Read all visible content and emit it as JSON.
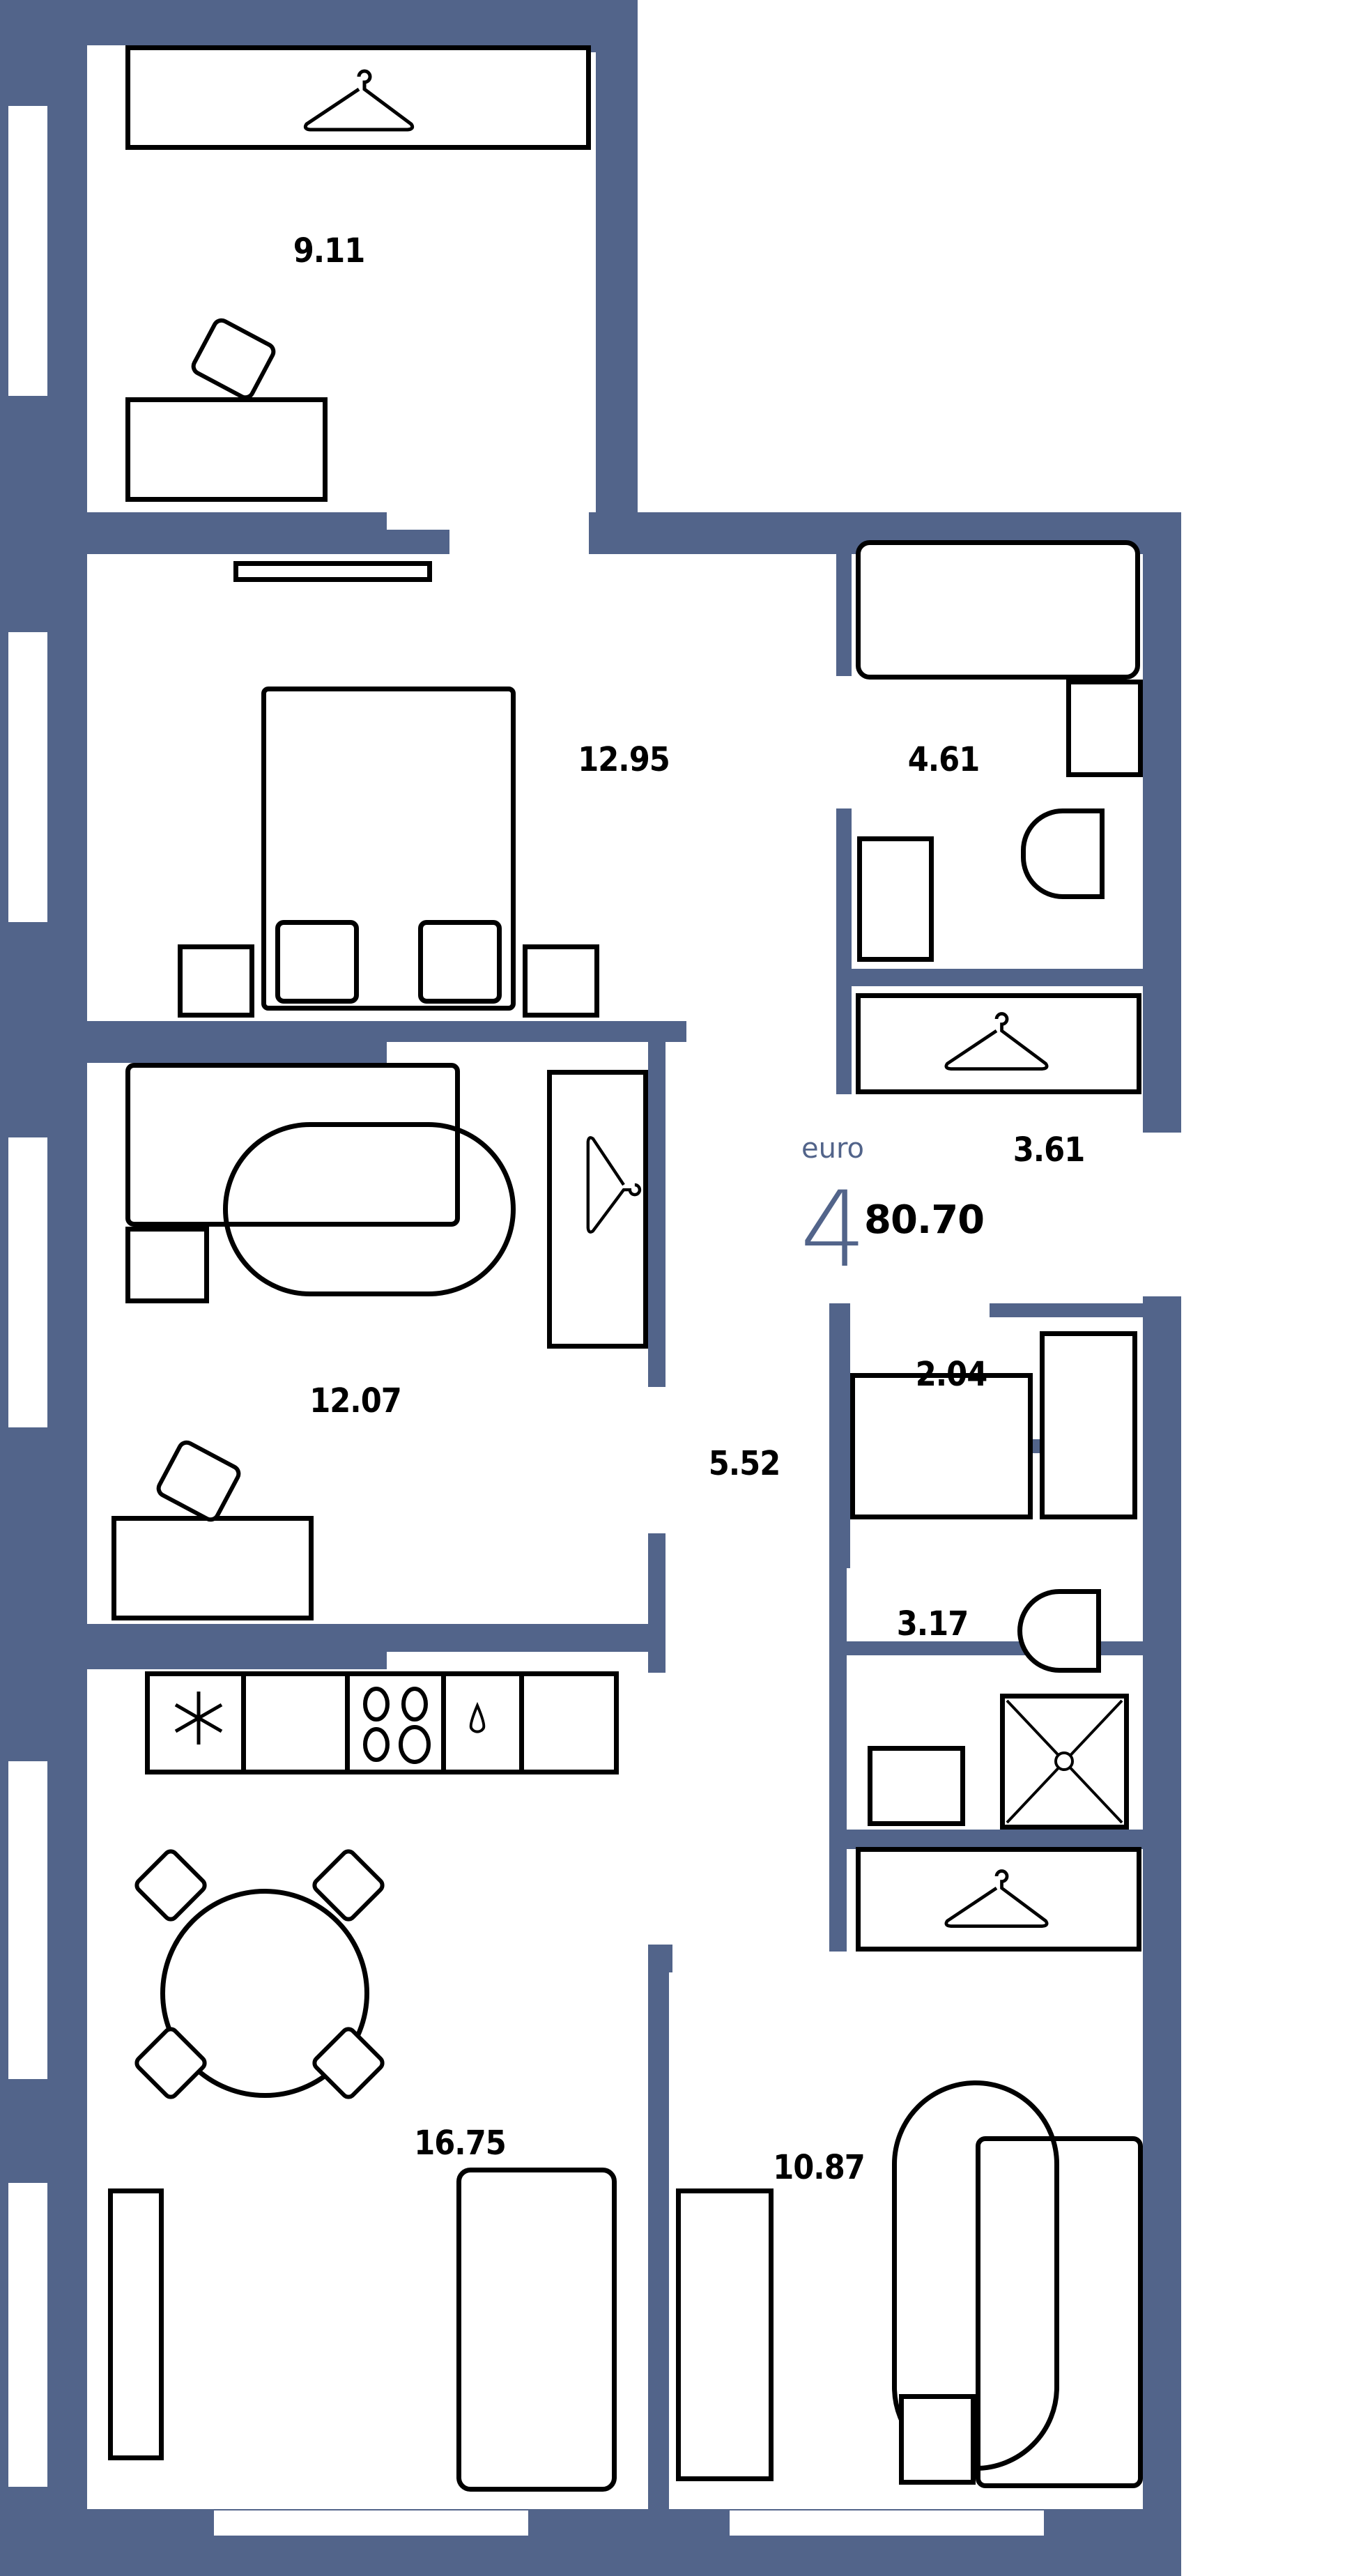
{
  "plan": {
    "wall_color": "#52648a",
    "background": "#ffffff",
    "apartment": {
      "rooms_count": "4",
      "currency": "euro",
      "total_area": "80.70"
    },
    "rooms": [
      {
        "id": "bedroom-top",
        "area": "9.11"
      },
      {
        "id": "bedroom-main",
        "area": "12.95"
      },
      {
        "id": "bathroom",
        "area": "4.61"
      },
      {
        "id": "entrance-hall",
        "area": "3.61"
      },
      {
        "id": "living-bedroom",
        "area": "12.07"
      },
      {
        "id": "corridor",
        "area": "5.52"
      },
      {
        "id": "wardrobe",
        "area": "2.04"
      },
      {
        "id": "shower-room",
        "area": "3.17"
      },
      {
        "id": "kitchen-living",
        "area": "16.75"
      },
      {
        "id": "bedroom-bottom",
        "area": "10.87"
      }
    ],
    "icons": {
      "hanger": "hanger-icon",
      "snowflake": "snowflake-icon",
      "water_drop": "water-drop-icon",
      "stove": "stove-icon",
      "sink": "sink-icon"
    }
  }
}
